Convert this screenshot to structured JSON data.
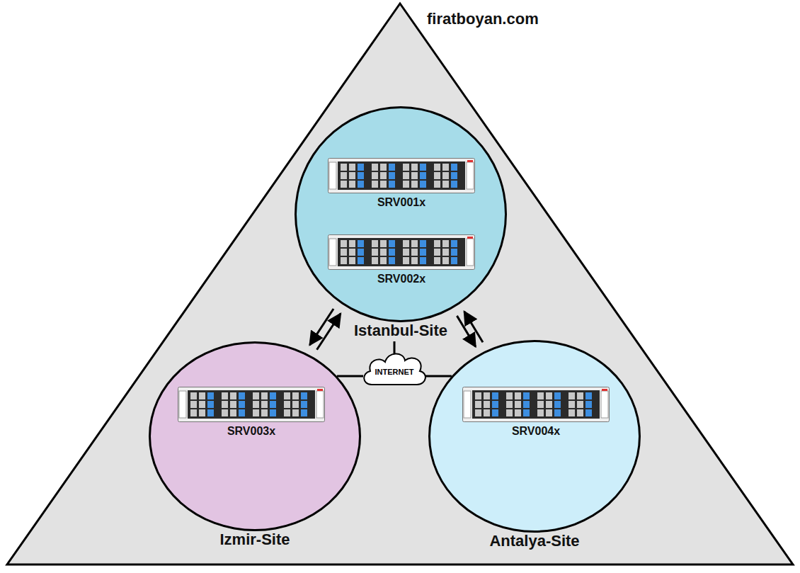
{
  "diagram": {
    "title": "firatboyan.com",
    "nodes": [
      {
        "text": [
          "Istanbul-Site"
        ]
      },
      {
        "text": [
          "SRV001x"
        ],
        "in": 0
      },
      {
        "text": [
          "SRV002x"
        ],
        "in": 0
      },
      {
        "text": [
          "Izmir-Site"
        ]
      },
      {
        "text": [
          "SRV003x"
        ],
        "in": 3
      },
      {
        "text": [
          "Antalya-Site"
        ]
      },
      {
        "text": [
          "SRV004x"
        ],
        "in": 5
      },
      {
        "text": [
          "INTERNET"
        ]
      }
    ],
    "edges": [
      {
        "from": 0,
        "to": 3,
        "arrow": "both"
      },
      {
        "from": 0,
        "to": 5,
        "arrow": "both"
      },
      {
        "from": 7,
        "to": 0,
        "arrow": "none"
      },
      {
        "from": 7,
        "to": 3,
        "arrow": "none"
      },
      {
        "from": 7,
        "to": 5,
        "arrow": "none"
      }
    ]
  }
}
